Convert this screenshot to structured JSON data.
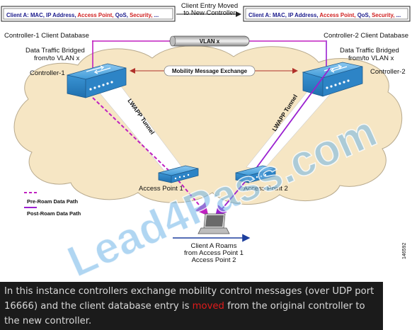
{
  "diagram": {
    "db_box_left": {
      "client": "Client A:",
      "fields": [
        "MAC, ",
        "IP Address, ",
        "Access Point, ",
        "QoS, ",
        "Security, ",
        "..."
      ],
      "field_colors": [
        "#1a1a8c",
        "#1a1a8c",
        "#d02020",
        "#1a1a8c",
        "#d02020",
        "#1a1a8c"
      ]
    },
    "db_box_right": {
      "client": "Client A:",
      "fields": [
        "MAC, ",
        "IP Address, ",
        "Access Point, ",
        "QoS, ",
        "Security, ",
        "..."
      ],
      "field_colors": [
        "#1a1a8c",
        "#1a1a8c",
        "#d02020",
        "#1a1a8c",
        "#d02020",
        "#1a1a8c"
      ]
    },
    "entry_moved_line1": "Client Entry Moved",
    "entry_moved_line2": "to New Controller",
    "controller1_db_label": "Controller-1 Client Database",
    "controller2_db_label": "Controller-2 Client Database",
    "vlan_label": "VLAN x",
    "bridged_left_line1": "Data Traffic Bridged",
    "bridged_left_line2": "from/to VLAN x",
    "bridged_right_line1": "Data Traffic Bridged",
    "bridged_right_line2": "from/to VLAN x",
    "controller1_label": "Controller-1",
    "controller2_label": "Controller-2",
    "mobility_label": "Mobility Message Exchange",
    "lwapp_left": "LWAPP Tunnel",
    "lwapp_right": "LWAPP Tunnel",
    "ap1_label": "Access Point 1",
    "ap2_label": "Access Point 2",
    "legend_pre": "Pre-Roam Data Path",
    "legend_post": "Post-Roam Data Path",
    "roam_line1": "Client A Roams",
    "roam_line2": "from Access Point 1",
    "roam_line3": "Access Point 2",
    "figure_id": "146592",
    "watermark": "Lead4Pass.com",
    "colors": {
      "pre_roam": "#c020c0",
      "post_roam": "#9a20d0",
      "device_blue": "#2f8fd0",
      "cloud_fill": "#f6e6c4",
      "watermark": "#6fb4e8"
    }
  },
  "caption": {
    "part1": "In this instance controllers exchange mobility control messages (over UDP port 16666)  and the client database entry is ",
    "highlight": "moved",
    "part2": " from the original controller to the new controller."
  }
}
